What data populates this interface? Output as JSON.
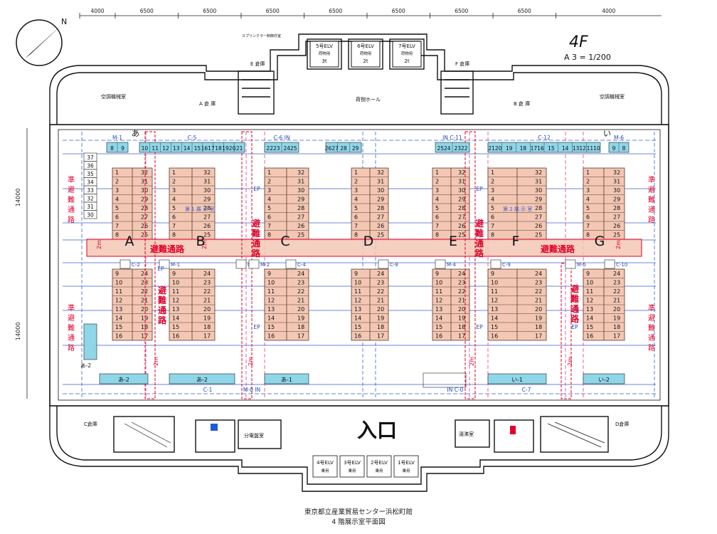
{
  "header": {
    "floor": "4F",
    "scale": "A 3 = 1/200",
    "north": "N"
  },
  "dimensions": {
    "top": [
      "4000",
      "6500",
      "6500",
      "6500",
      "6500",
      "6500",
      "6500",
      "6500",
      "4000"
    ],
    "left": [
      "14000",
      "14000"
    ]
  },
  "rooms": {
    "left_ac": "空調機械室",
    "right_ac": "空調機械室",
    "a_storage": "A 倉 庫",
    "b_storage": "B 倉 庫",
    "c_storage": "C倉庫",
    "d_storage": "D倉庫",
    "e_storage": "E 倉庫",
    "f_storage": "F 倉庫",
    "loading_hall": "荷捌ホール",
    "electric_room": "分電盤室",
    "hot_water_room": "湯沸室",
    "sprinkler": "スプリンクラー制御弁室",
    "entrance": "入口",
    "hall_left": "第 1 展 示 室",
    "hall_right": "第 2 展 示 室"
  },
  "elevators_top": [
    {
      "name": "5号ELV",
      "use": "荷物用",
      "cap": "3t"
    },
    {
      "name": "6号ELV",
      "use": "荷物用",
      "cap": "2t"
    },
    {
      "name": "7号ELV",
      "use": "荷物用",
      "cap": "2t"
    }
  ],
  "elevators_bottom": [
    {
      "name": "4号ELV",
      "use": "乗用"
    },
    {
      "name": "3号ELV",
      "use": "乗用"
    },
    {
      "name": "2号ELV",
      "use": "乗用"
    },
    {
      "name": "1号ELV",
      "use": "乗用"
    }
  ],
  "top_booths": [
    {
      "label": "M-1",
      "items": [
        "8",
        "9"
      ]
    },
    {
      "label": "C-5",
      "items": [
        "10",
        "11",
        "12",
        "13",
        "14",
        "15",
        "1617",
        "18",
        "1920",
        "21"
      ]
    },
    {
      "label": "C-6 IN",
      "items": [
        "2223",
        "2425"
      ]
    },
    {
      "label": "",
      "items": [
        "2627",
        "28",
        "29"
      ]
    },
    {
      "label": "IN C-11",
      "items": [
        "2524",
        "2322"
      ]
    },
    {
      "label": "C-12",
      "items": [
        "2120",
        "19",
        "18",
        "1716",
        "15",
        "14",
        "1312",
        "1110"
      ]
    },
    {
      "label": "M-6",
      "items": [
        "9",
        "8"
      ]
    }
  ],
  "left_column": [
    "37",
    "36",
    "35",
    "34",
    "33",
    "32",
    "31",
    "30"
  ],
  "section_letters": [
    "A",
    "B",
    "C",
    "D",
    "E",
    "F",
    "G"
  ],
  "evacuation_route": "避難通路",
  "quasi_evacuation_route": "準避難通路",
  "two_m": "2m",
  "upper_left_numbers": [
    "1",
    "2",
    "3",
    "4",
    "5",
    "6",
    "7",
    "8"
  ],
  "upper_right_numbers": [
    "32",
    "31",
    "30",
    "29",
    "28",
    "27",
    "26",
    "25"
  ],
  "lower_left_numbers": [
    "9",
    "10",
    "11",
    "12",
    "13",
    "14",
    "15",
    "16"
  ],
  "lower_right_numbers": [
    "24",
    "23",
    "22",
    "21",
    "20",
    "19",
    "18",
    "17"
  ],
  "mid_labels": [
    "C-2",
    "M-1",
    "C-3",
    "M-2",
    "C-4",
    "C-8",
    "M-4",
    "C-9",
    "M-5",
    "C-10"
  ],
  "ep": "EP",
  "bottom_booths": [
    {
      "label": "あ-2"
    },
    {
      "label": "あ-2"
    },
    {
      "label": "あ-1"
    },
    {
      "label": "い-1"
    },
    {
      "label": "い-2"
    }
  ],
  "bottom_labels": [
    "C-1",
    "M-0 IN",
    "IN C-0",
    "C-7"
  ],
  "left_small_booth": "あ-2",
  "corner_symbols": [
    "あ",
    "い"
  ],
  "caption": {
    "line1": "東京都立産業貿易センター浜松町館",
    "line2": "4 階展示室平面図"
  },
  "colors": {
    "booth_fill": "#f3c7b4",
    "booth_line": "#5a3a2a",
    "route_red": "#e0002a",
    "cyan": "#8fd6e8",
    "blue_line": "#3a5fd0",
    "pink_line": "#e23a8a"
  }
}
